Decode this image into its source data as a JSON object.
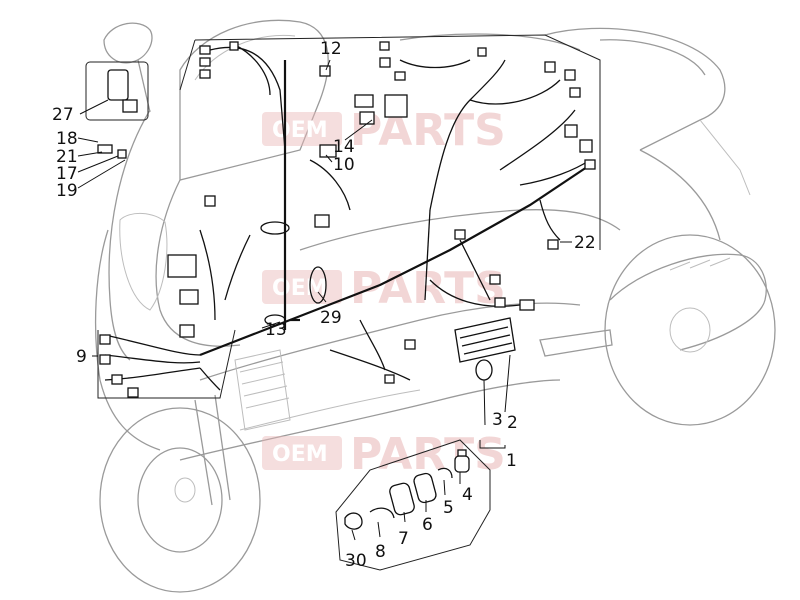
{
  "watermarks": [
    {
      "id": "wm-top",
      "label_box": "OEM",
      "label": "PARTS"
    },
    {
      "id": "wm-mid",
      "label_box": "OEM",
      "label": "PARTS"
    },
    {
      "id": "wm-bottom",
      "label_box": "OEM",
      "label": "PARTS"
    }
  ],
  "callouts": [
    {
      "id": "c12",
      "text": "12"
    },
    {
      "id": "c14",
      "text": "14"
    },
    {
      "id": "c10",
      "text": "10"
    },
    {
      "id": "c27",
      "text": "27"
    },
    {
      "id": "c18",
      "text": "18"
    },
    {
      "id": "c21",
      "text": "21"
    },
    {
      "id": "c17",
      "text": "17"
    },
    {
      "id": "c19",
      "text": "19"
    },
    {
      "id": "c22",
      "text": "22"
    },
    {
      "id": "c29",
      "text": "29"
    },
    {
      "id": "c13",
      "text": "13"
    },
    {
      "id": "c9",
      "text": "9"
    },
    {
      "id": "c3",
      "text": "3"
    },
    {
      "id": "c2",
      "text": "2"
    },
    {
      "id": "c1",
      "text": "1"
    },
    {
      "id": "c4",
      "text": "4"
    },
    {
      "id": "c5",
      "text": "5"
    },
    {
      "id": "c6",
      "text": "6"
    },
    {
      "id": "c7",
      "text": "7"
    },
    {
      "id": "c8",
      "text": "8"
    },
    {
      "id": "c30",
      "text": "30"
    }
  ]
}
